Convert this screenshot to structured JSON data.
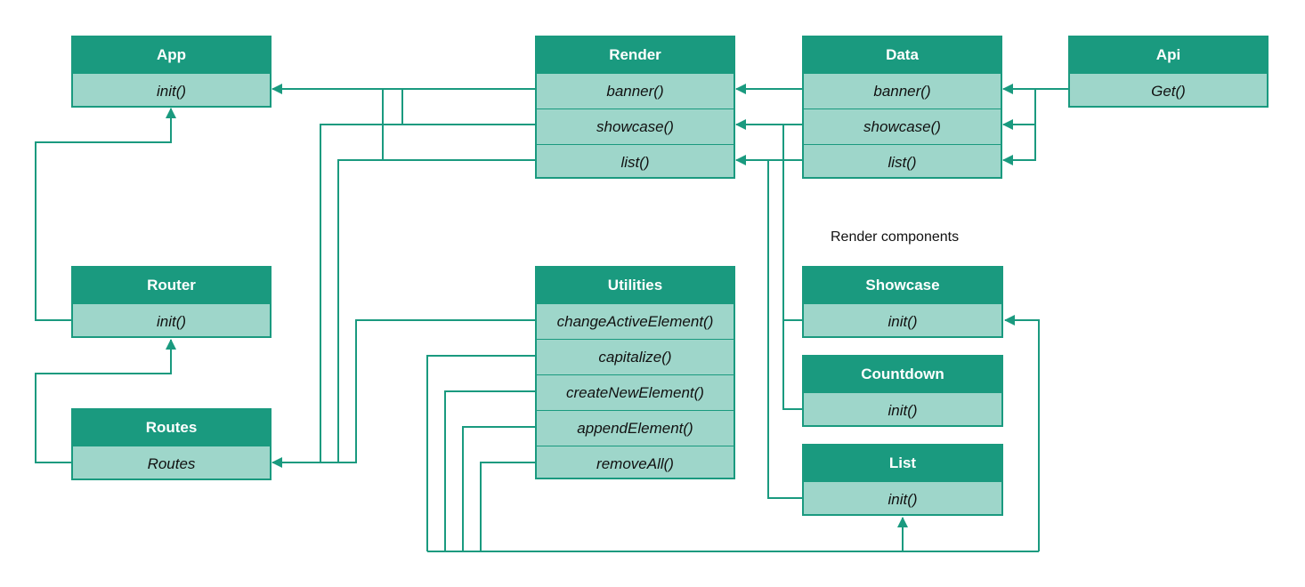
{
  "colors": {
    "header": "#1a9a7f",
    "row": "#9ed6ca",
    "line": "#1a9a7f"
  },
  "boxes": {
    "app": {
      "title": "App",
      "rows": [
        "init()"
      ]
    },
    "router": {
      "title": "Router",
      "rows": [
        "init()"
      ]
    },
    "routes": {
      "title": "Routes",
      "rows": [
        "Routes"
      ]
    },
    "render": {
      "title": "Render",
      "rows": [
        "banner()",
        "showcase()",
        "list()"
      ]
    },
    "data": {
      "title": "Data",
      "rows": [
        "banner()",
        "showcase()",
        "list()"
      ]
    },
    "api": {
      "title": "Api",
      "rows": [
        "Get()"
      ]
    },
    "utilities": {
      "title": "Utilities",
      "rows": [
        "changeActiveElement()",
        "capitalize()",
        "createNewElement()",
        "appendElement()",
        "removeAll()"
      ]
    },
    "showcase": {
      "title": "Showcase",
      "rows": [
        "init()"
      ]
    },
    "countdown": {
      "title": "Countdown",
      "rows": [
        "init()"
      ]
    },
    "list": {
      "title": "List",
      "rows": [
        "init()"
      ]
    }
  },
  "caption": "Render components"
}
